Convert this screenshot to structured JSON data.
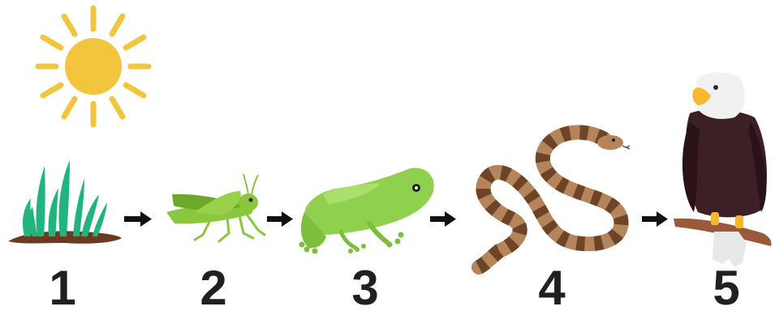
{
  "stages": [
    {
      "number": "1",
      "organism": "grass-icon"
    },
    {
      "number": "2",
      "organism": "grasshopper-icon"
    },
    {
      "number": "3",
      "organism": "frog-icon"
    },
    {
      "number": "4",
      "organism": "snake-icon"
    },
    {
      "number": "5",
      "organism": "eagle-icon"
    }
  ],
  "energy_source": "sun-icon",
  "colors": {
    "sun": "#f2c53d",
    "grass": "#21b47e",
    "soil": "#6b3a1f",
    "grasshopper": "#8cc63f",
    "frog": "#8fd14f",
    "snake_light": "#b5845a",
    "snake_dark": "#6e4426",
    "eagle_body": "#3d1f26",
    "eagle_head": "#f1f1f1",
    "beak": "#f5b82e",
    "branch": "#9a5a3a",
    "arrow": "#111111",
    "text": "#231f20"
  }
}
